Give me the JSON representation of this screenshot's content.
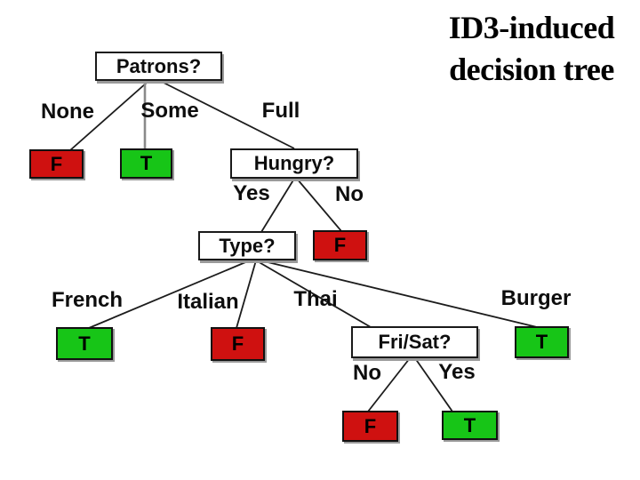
{
  "title": {
    "line1": "ID3-induced",
    "line2": "decision tree"
  },
  "colors": {
    "background": "#ffffff",
    "title_text": "#000000",
    "true_leaf_green": "#17c517",
    "false_leaf_red": "#cf1110",
    "box_fill": "#ffffff",
    "box_border": "#1a1a1a",
    "box_shadow": "#9a9a9a",
    "edge_line": "#1c1c1c",
    "some_edge_line": "#8a8a8a"
  },
  "tree": {
    "decision_nodes": [
      {
        "id": "patrons",
        "label": "Patrons?"
      },
      {
        "id": "hungry",
        "label": "Hungry?"
      },
      {
        "id": "type",
        "label": "Type?"
      },
      {
        "id": "frisat",
        "label": "Fri/Sat?"
      }
    ],
    "branch_labels": [
      {
        "id": "none",
        "label": "None"
      },
      {
        "id": "some",
        "label": "Some"
      },
      {
        "id": "full",
        "label": "Full"
      },
      {
        "id": "hungry-yes",
        "label": "Yes"
      },
      {
        "id": "hungry-no",
        "label": "No"
      },
      {
        "id": "french",
        "label": "French"
      },
      {
        "id": "italian",
        "label": "Italian"
      },
      {
        "id": "thai",
        "label": "Thai"
      },
      {
        "id": "burger",
        "label": "Burger"
      },
      {
        "id": "frisat-no",
        "label": "No"
      },
      {
        "id": "frisat-yes",
        "label": "Yes"
      }
    ],
    "leaf_nodes": [
      {
        "id": "none-f",
        "label": "F",
        "value": "false"
      },
      {
        "id": "some-t",
        "label": "T",
        "value": "true"
      },
      {
        "id": "hungry-no-f",
        "label": "F",
        "value": "false"
      },
      {
        "id": "french-t",
        "label": "T",
        "value": "true"
      },
      {
        "id": "italian-f",
        "label": "F",
        "value": "false"
      },
      {
        "id": "burger-t",
        "label": "T",
        "value": "true"
      },
      {
        "id": "frisat-no-f",
        "label": "F",
        "value": "false"
      },
      {
        "id": "frisat-yes-t",
        "label": "T",
        "value": "true"
      }
    ]
  }
}
